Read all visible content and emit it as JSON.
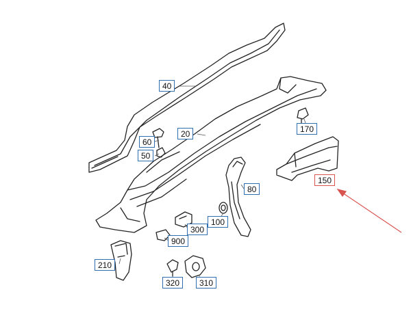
{
  "callouts": {
    "c40": "40",
    "c20": "20",
    "c60": "60",
    "c50": "50",
    "c170": "170",
    "c150": "150",
    "c80": "80",
    "c100": "100",
    "c300": "300",
    "c900": "900",
    "c210": "210",
    "c320": "320",
    "c310": "310"
  },
  "colors": {
    "line": "#222222",
    "callout_border": "#2f6fb0",
    "highlight": "#d9534f"
  },
  "highlighted_part": "150"
}
